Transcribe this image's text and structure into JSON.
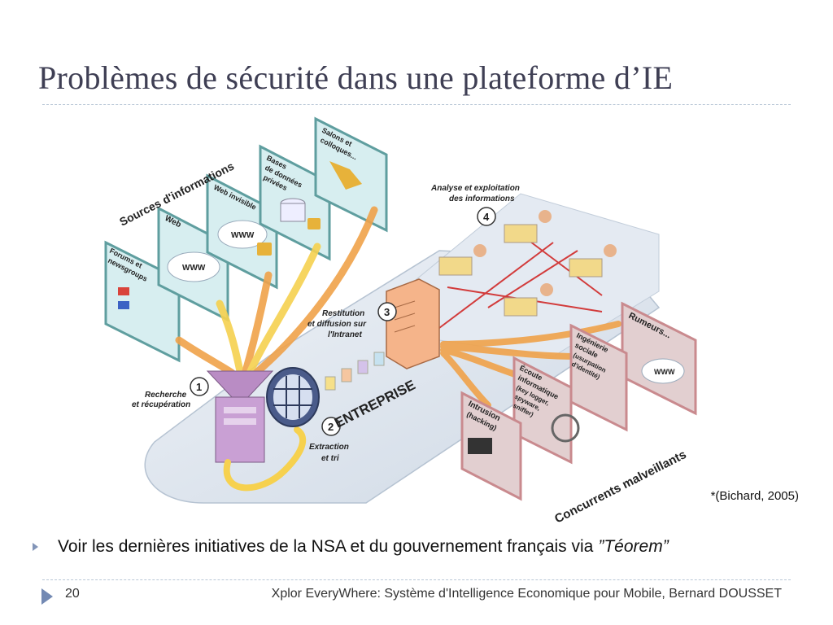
{
  "slide": {
    "title": "Problèmes de sécurité dans une plateforme d’IE",
    "citation": "*(Bichard, 2005)",
    "bullet": {
      "text": "Voir les dernières initiatives de la NSA et du gouvernement français via",
      "emphasis": "”Téorem”"
    },
    "footer": {
      "page_number": "20",
      "text": "Xplor EveryWhere: Système d'Intelligence Economique pour Mobile, Bernard DOUSSET"
    }
  },
  "diagram": {
    "sources_header": "Sources d'informations",
    "panels": {
      "forums_1": "Forums et",
      "forums_2": "newsgroups",
      "web": "Web",
      "web_invisible": "Web invisible",
      "bases_1": "Bases",
      "bases_2": "de données",
      "bases_3": "privées",
      "salons_1": "Salons et",
      "salons_2": "colloques...",
      "www": "WWW",
      "rumeurs": "Rumeurs...",
      "ingenierie_1": "Ingénierie",
      "ingenierie_2": "sociale",
      "ingenierie_3": "(usurpation",
      "ingenierie_4": "d'identité)",
      "ecoute_1": "Écoute",
      "ecoute_2": "informatique",
      "ecoute_3": "(key logger,",
      "ecoute_4": "spyware,",
      "ecoute_5": "sniffer)",
      "intrusion_1": "Intrusion",
      "intrusion_2": "(hacking)"
    },
    "steps": {
      "one": "1",
      "two": "2",
      "three": "3",
      "four": "4",
      "recherche_1": "Recherche",
      "recherche_2": "et récupération",
      "extraction_1": "Extraction",
      "extraction_2": "et tri",
      "restitution_1": "Restitution",
      "restitution_2": "et diffusion sur",
      "restitution_3": "l'Intranet",
      "analyse_1": "Analyse et exploitation",
      "analyse_2": "des informations"
    },
    "entreprise": "ENTREPRISE",
    "concurrents": "Concurrents malveillants",
    "colors": {
      "platform": "#dfe6ef",
      "arrow_orange": "#f0a24a",
      "arrow_yellow": "#f6d14f",
      "panel_teal": "#5f9e9f",
      "server": "#f5b48a",
      "funnel": "#b98cc4",
      "threat_panel": "#c98a8e",
      "red_link": "#d23b3b"
    }
  }
}
